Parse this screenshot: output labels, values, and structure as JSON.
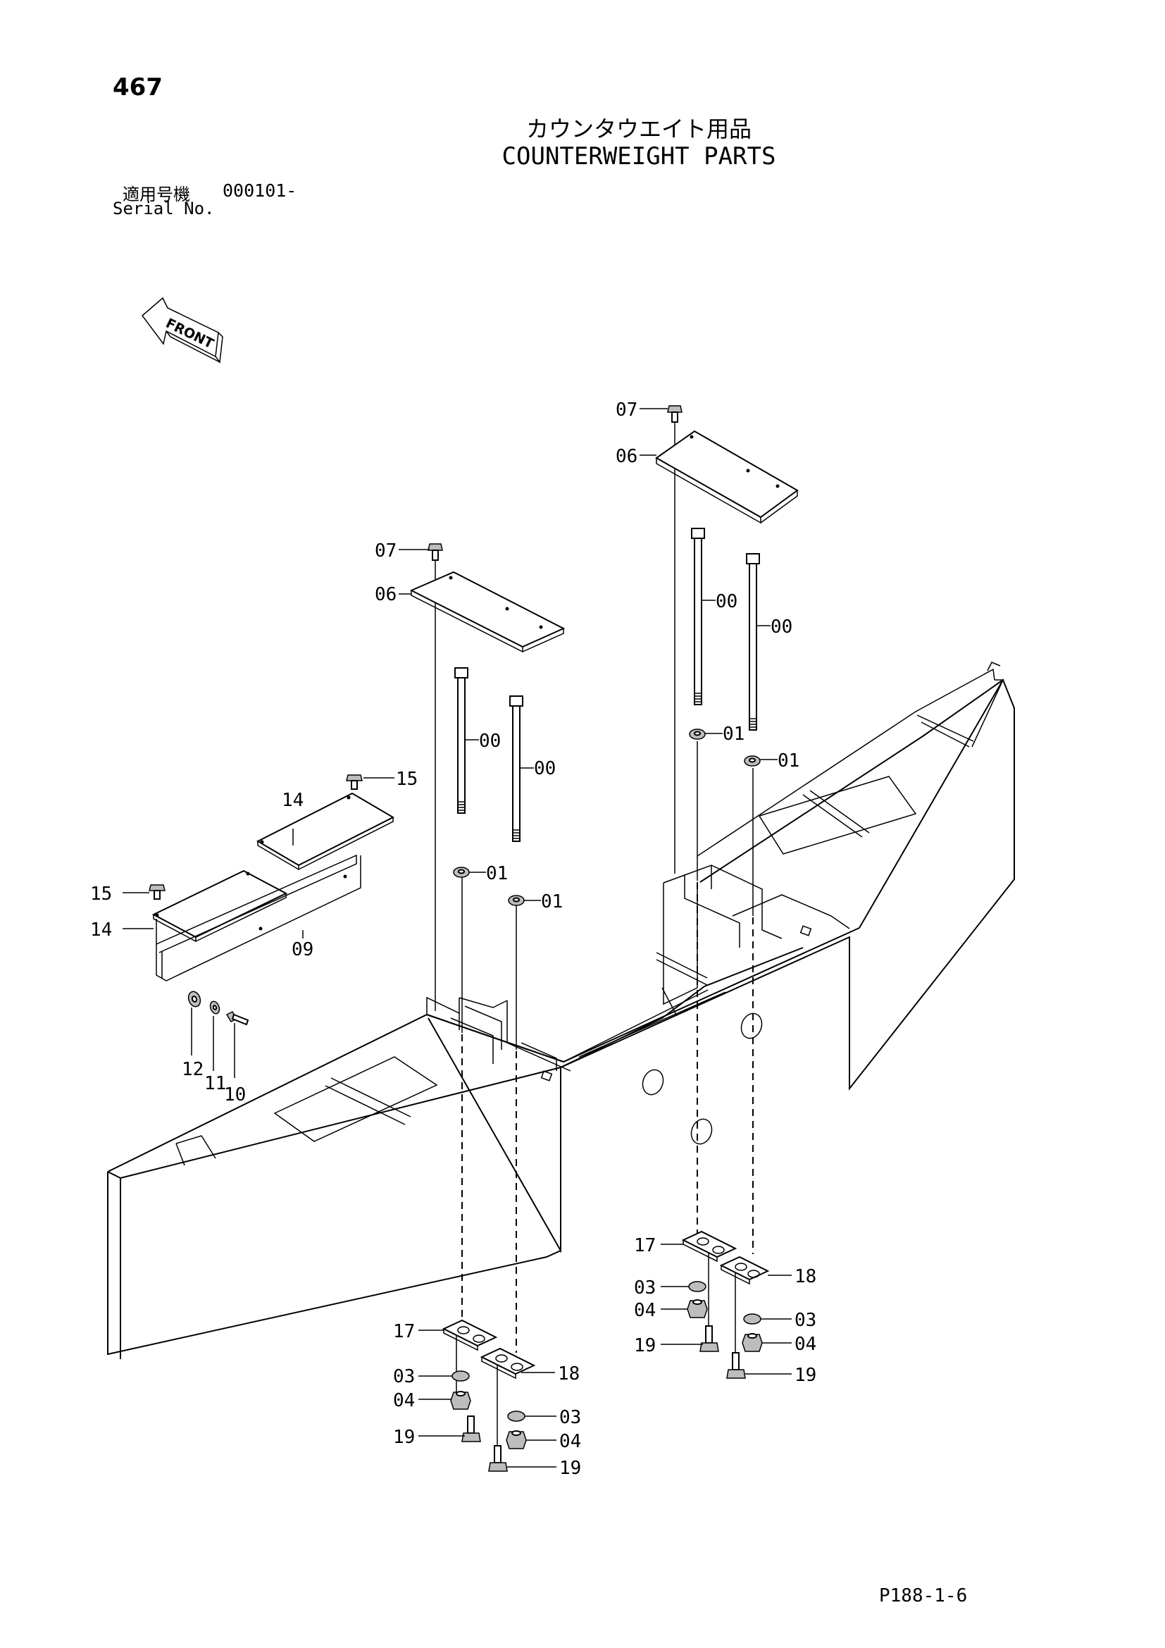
{
  "header": {
    "page_number": "467",
    "title_jp": "カウンタウエイト用品",
    "title_en": "COUNTERWEIGHT PARTS",
    "serial_label_jp": "適用号機",
    "serial_value": "000101-",
    "serial_label_en": "Serial No."
  },
  "diagram": {
    "front_indicator": "FRONT",
    "callouts": {
      "c00": "00",
      "c01": "01",
      "c03": "03",
      "c04": "04",
      "c06": "06",
      "c07": "07",
      "c09": "09",
      "c10": "10",
      "c11": "11",
      "c12": "12",
      "c14": "14",
      "c15": "15",
      "c17": "17",
      "c18": "18",
      "c19": "19"
    }
  },
  "footer": {
    "page_code": "P188-1-6"
  }
}
